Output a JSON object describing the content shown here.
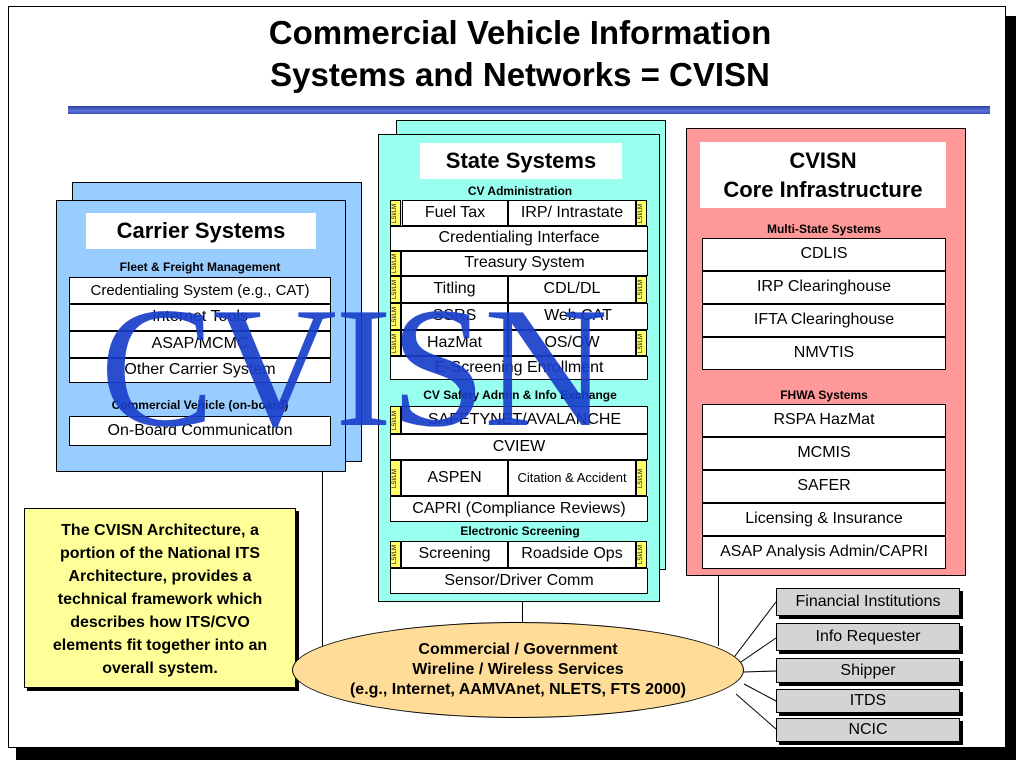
{
  "title": {
    "line1": "Commercial Vehicle Information",
    "line2": "Systems and Networks = CVISN"
  },
  "carrier": {
    "title": "Carrier Systems",
    "fleet_header": "Fleet & Freight Management",
    "fleet_items": [
      "Credentialing System (e.g., CAT)",
      "Internet Tools",
      "ASAP/MCMC",
      "Other Carrier System"
    ],
    "onboard_header": "Commercial Vehicle (on-board)",
    "onboard_items": [
      "On-Board Communication"
    ]
  },
  "state": {
    "title": "State Systems",
    "admin_header": "CV Administration",
    "fuel_tax": "Fuel Tax",
    "irp": "IRP/ Intrastate",
    "cred_interface": "Credentialing Interface",
    "treasury": "Treasury System",
    "titling": "Titling",
    "cdl": "CDL/DL",
    "ssrs": "SSRS",
    "webcat": "Web CAT",
    "hazmat": "HazMat",
    "osow": "OS/OW",
    "escreening": "E-Screening Enrollment",
    "safety_header": "CV Safety Admin & Info Exchange",
    "safetynet": "SAFETYNET/AVALANCHE",
    "cview": "CVIEW",
    "aspen": "ASPEN",
    "citation": "Citation & Accident",
    "capri": "CAPRI (Compliance Reviews)",
    "screen_header": "Electronic Screening",
    "screening": "Screening",
    "roadside": "Roadside Ops",
    "sensor": "Sensor/Driver Comm",
    "tag_label": "LSI/LM"
  },
  "core": {
    "title_line1": "CVISN",
    "title_line2": "Core Infrastructure",
    "multi_header": "Multi-State Systems",
    "multi_items": [
      "CDLIS",
      "IRP Clearinghouse",
      "IFTA Clearinghouse",
      "NMVTIS"
    ],
    "fhwa_header": "FHWA Systems",
    "fhwa_items": [
      "RSPA HazMat",
      "MCMIS",
      "SAFER",
      "Licensing & Insurance",
      "ASAP Analysis Admin/CAPRI"
    ]
  },
  "note": "The CVISN Architecture, a portion of the National ITS Architecture, provides a technical framework which describes how ITS/CVO elements fit together into an overall system.",
  "network": {
    "line1": "Commercial / Government",
    "line2": "Wireline / Wireless Services",
    "line3": "(e.g., Internet, AAMVAnet, NLETS, FTS 2000)"
  },
  "external": [
    "Financial Institutions",
    "Info Requester",
    "Shipper",
    "ITDS",
    "NCIC"
  ],
  "watermark": "CVISN",
  "colors": {
    "carrier": "#99ccff",
    "state": "#99ffee",
    "core": "#ff9999",
    "note": "#ffff99",
    "network": "#ffdd99",
    "external": "#d4d4d4",
    "watermark": "#1a3fcc"
  }
}
